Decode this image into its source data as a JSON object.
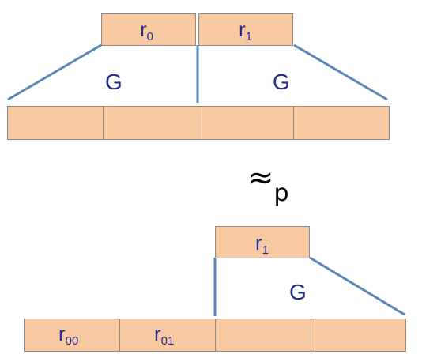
{
  "top": {
    "seeds": [
      {
        "base": "r",
        "sub": "0"
      },
      {
        "base": "r",
        "sub": "1"
      }
    ],
    "generator_left": "G",
    "generator_right": "G"
  },
  "relation": {
    "symbol": "≈",
    "subscript": "p"
  },
  "bottom": {
    "seed": {
      "base": "r",
      "sub": "1"
    },
    "generator": "G",
    "outputs": [
      {
        "base": "r",
        "sub": "00"
      },
      {
        "base": "r",
        "sub": "01"
      }
    ]
  },
  "colors": {
    "box_fill": "#f8c9a0",
    "box_border": "#8a8a8a",
    "line": "#5b86b8",
    "text": "#1f2e8f"
  }
}
